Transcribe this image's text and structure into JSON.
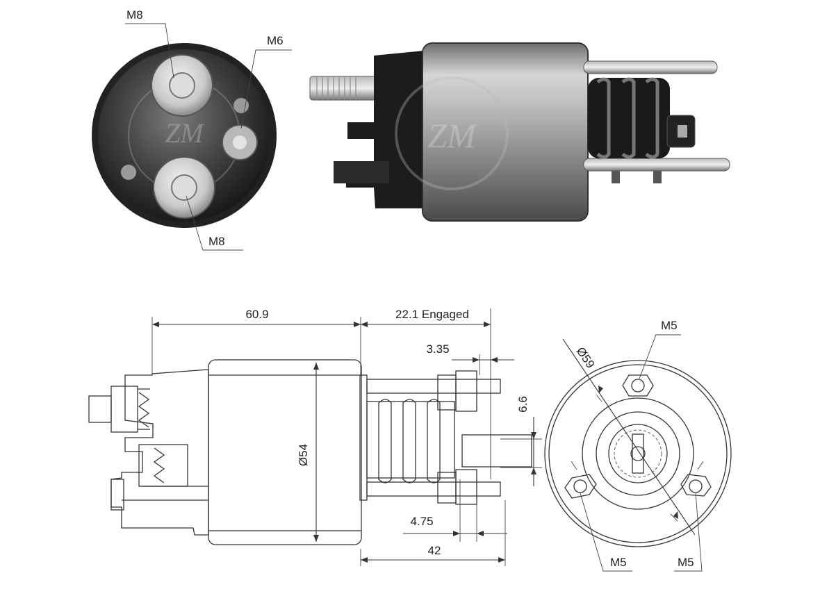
{
  "photo_labels": {
    "top_terminal": "M8",
    "small_terminal": "M6",
    "bottom_terminal": "M8"
  },
  "dimensions": {
    "body_length": "60.9",
    "plunger_travel": "22.1 Engaged",
    "offset_top": "3.35",
    "offset_right": "6.6",
    "offset_bottom": "4.75",
    "front_length": "42",
    "body_diameter": "Ø54",
    "bolt_circle": "Ø59"
  },
  "end_view_labels": {
    "top_stud": "M5",
    "left_stud": "M5",
    "right_stud": "M5"
  }
}
